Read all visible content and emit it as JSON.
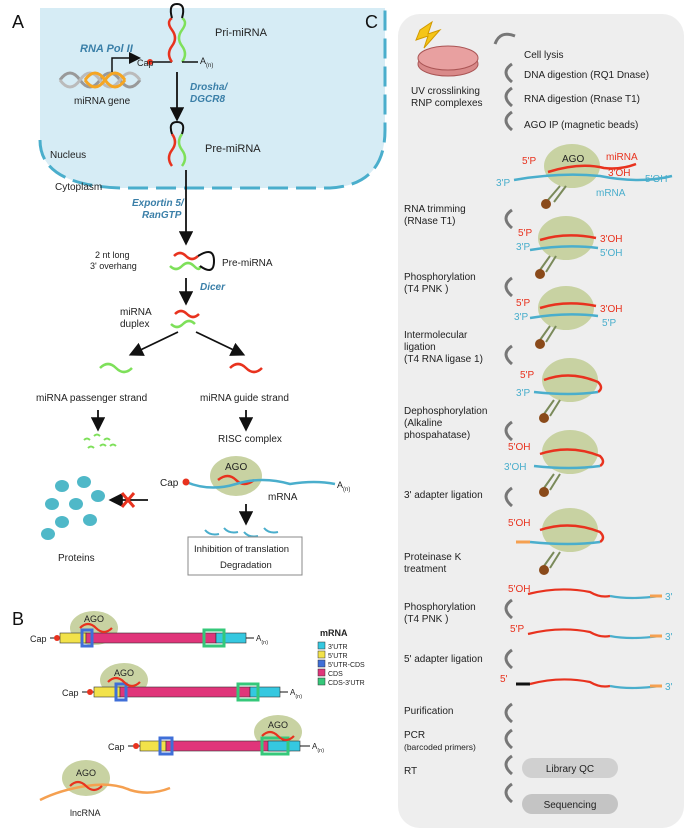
{
  "panels": {
    "a": "A",
    "b": "B",
    "c": "C"
  },
  "colors": {
    "red": "#e8321e",
    "green": "#7ee05a",
    "cyan": "#4aaecc",
    "ago": "#c8d2a2",
    "blue_label": "#3a7fa8",
    "nucleus": "#d6ecf5",
    "panel_c_bg": "#eeeeee"
  },
  "panel_a": {
    "rna_pol_ii": "RNA Pol II",
    "mirna_gene": "miRNA gene",
    "cap": "Cap",
    "pri_mirna": "Pri-miRNA",
    "poly_a": "A",
    "poly_a_sub": "(n)",
    "drosha": "Drosha/",
    "dgcr8": "DGCR8",
    "pre_mirna": "Pre-miRNA",
    "nucleus": "Nucleus",
    "cytoplasm": "Cytoplasm",
    "exportin": "Exportin 5/",
    "rangtp": "RanGTP",
    "overhang_1": "2 nt long",
    "overhang_2": "3' overhang",
    "pre_mirna_2": "Pre-miRNA",
    "dicer": "Dicer",
    "duplex_1": "miRNA",
    "duplex_2": "duplex",
    "passenger": "miRNA passenger strand",
    "guide": "miRNA guide strand",
    "risc": "RISC complex",
    "ago": "AGO",
    "cap_2": "Cap",
    "mrna": "mRNA",
    "poly_a_2": "A",
    "poly_a_2_sub": "(n)",
    "proteins": "Proteins",
    "inhibition": "Inhibition of translation",
    "degradation": "Degradation"
  },
  "panel_b": {
    "legend_title": "mRNA",
    "legend": [
      {
        "label": "3'UTR",
        "color": "#35c8e0"
      },
      {
        "label": "5'UTR",
        "color": "#f2e24a"
      },
      {
        "label": "5'UTR-CDS",
        "color": "#3f6fd8"
      },
      {
        "label": "CDS",
        "color": "#e0357a"
      },
      {
        "label": "CDS-3'UTR",
        "color": "#35c87a"
      }
    ],
    "ago": "AGO",
    "cap": "Cap",
    "poly_a": "A",
    "poly_a_sub": "(n)",
    "lncrna": "lncRNA"
  },
  "panel_c": {
    "uv_1": "UV crosslinking",
    "uv_2": "RNP complexes",
    "steps_top": [
      "Cell lysis",
      "DNA digestion (RQ1 Dnase)",
      "RNA digestion (Rnase T1)",
      "AGO IP (magnetic beads)"
    ],
    "ago": "AGO",
    "mirna": "miRNA",
    "mrna": "mRNA",
    "p5": "5'P",
    "p3": "3'P",
    "oh3": "3'OH",
    "oh5": "5'OH",
    "steps": [
      {
        "l1": "RNA trimming",
        "l2": "(RNase T1)"
      },
      {
        "l1": "Phosphorylation",
        "l2": "(T4 PNK )"
      },
      {
        "l1": "Intermolecular",
        "l2": "ligation",
        "l3": "(T4 RNA ligase 1)"
      },
      {
        "l1": "Dephosphorylation",
        "l2": "(Alkaline",
        "l3": "phospahatase)"
      },
      {
        "l1": "3' adapter ligation"
      },
      {
        "l1": "Proteinase K",
        "l2": "treatment"
      },
      {
        "l1": "Phosphorylation",
        "l2": "(T4 PNK )"
      },
      {
        "l1": "5' adapter ligation"
      },
      {
        "l1": "Purification"
      },
      {
        "l1": "PCR",
        "l2": "(barcoded primers)"
      },
      {
        "l1": "RT"
      }
    ],
    "end3": "3'",
    "end5": "5'",
    "library_qc": "Library QC",
    "sequencing": "Sequencing"
  }
}
